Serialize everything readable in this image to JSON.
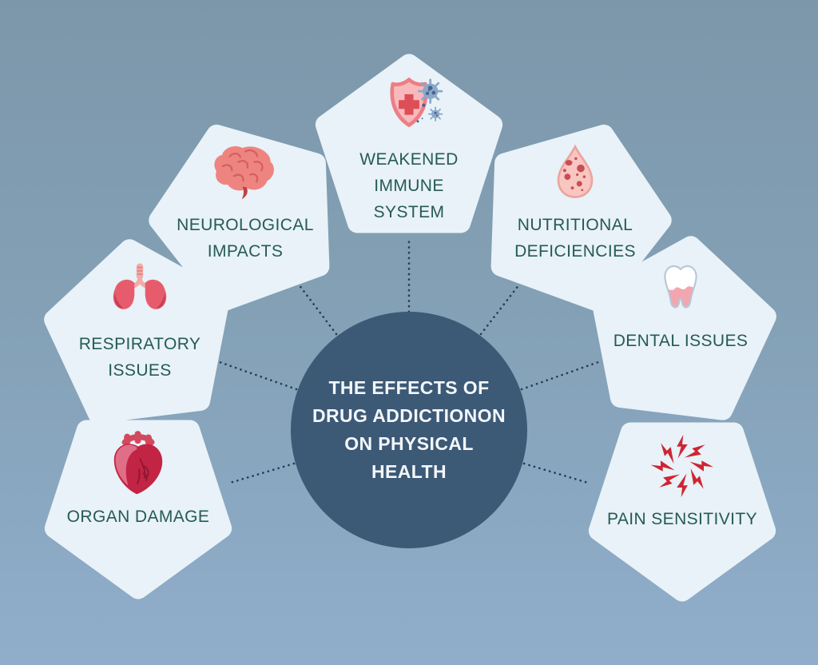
{
  "infographic": {
    "center": {
      "title_lines": [
        "THE EFFECTS OF",
        "DRUG ADDICTIONON",
        "ON PHYSICAL",
        "HEALTH"
      ]
    },
    "nodes": [
      {
        "label": "WEAKENED IMMUNE SYSTEM",
        "icon": "shield-cross-virus-icon"
      },
      {
        "label": "NEUROLOGICAL IMPACTS",
        "icon": "brain-icon"
      },
      {
        "label": "NUTRITIONAL DEFICIENCIES",
        "icon": "droplet-spots-icon"
      },
      {
        "label": "RESPIRATORY ISSUES",
        "icon": "lungs-icon"
      },
      {
        "label": "DENTAL ISSUES",
        "icon": "tooth-icon"
      },
      {
        "label": "ORGAN DAMAGE",
        "icon": "anatomical-heart-icon"
      },
      {
        "label": "PAIN SENSITIVITY",
        "icon": "pain-burst-icon"
      }
    ],
    "colors": {
      "background_top": "#7d97aa",
      "background_bottom": "#90aecb",
      "pentagon_fill": "#e8f2f8",
      "center_circle": "#3c5976",
      "title_text": "#f3f7fa",
      "label_text": "#265a57",
      "connector_dots": "#2c3b50",
      "icon_red": "#c22444",
      "icon_pink": "#ee8480",
      "virus_blue": "#8ba8c8"
    }
  }
}
